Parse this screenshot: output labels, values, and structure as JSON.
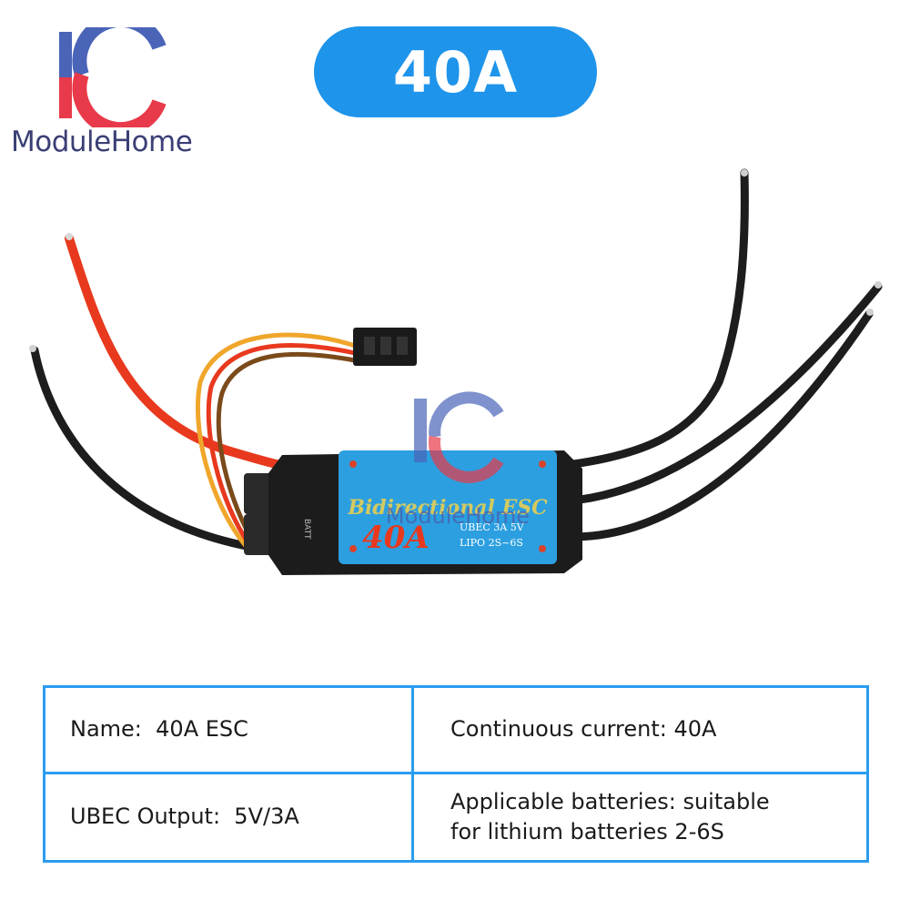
{
  "brand": {
    "logo_letters": "IC",
    "name": "ModuleHome",
    "colors": {
      "blue": "#4a64b8",
      "red": "#e83a4a",
      "text": "#3b3f75"
    }
  },
  "title": "40A",
  "colors": {
    "accent": "#1e94ea",
    "table_border": "#2a9df0"
  },
  "product": {
    "esc_label_main": "Bidirectional ESC",
    "esc_label_big": "40A",
    "esc_spec_line1": "UBEC 3A 5V",
    "esc_spec_line2": "LIPO 2S~6S",
    "esc_side_label": "BATT",
    "watermark": "ModuleHome"
  },
  "specs": {
    "name": "Name:  40A ESC",
    "current": "Continuous current: 40A",
    "ubec": "UBEC Output:  5V/3A",
    "batteries": "Applicable batteries: suitable\nfor lithium batteries 2-6S"
  }
}
